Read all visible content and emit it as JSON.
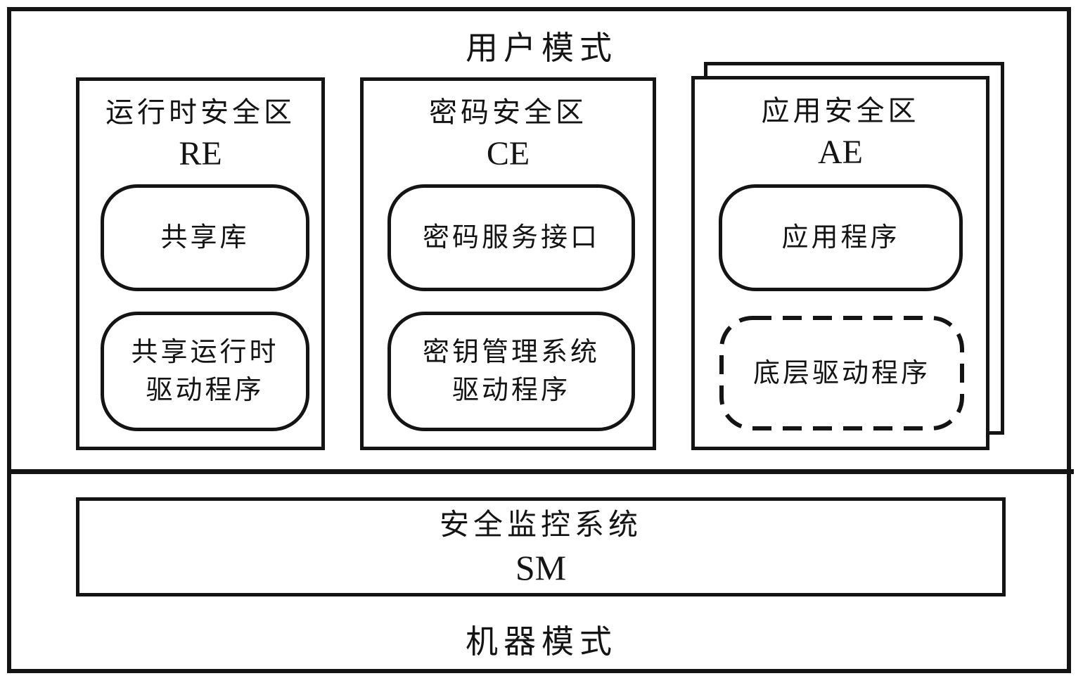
{
  "figure": {
    "user_mode_label": "用户模式",
    "machine_mode_label": "机器模式"
  },
  "zones": [
    {
      "title": "运行时安全区",
      "abbr": "RE",
      "boxes": [
        {
          "style": "solid",
          "lines": [
            "共享库"
          ]
        },
        {
          "style": "solid",
          "lines": [
            "共享运行时",
            "驱动程序"
          ]
        }
      ]
    },
    {
      "title": "密码安全区",
      "abbr": "CE",
      "boxes": [
        {
          "style": "solid",
          "lines": [
            "密码服务接口"
          ]
        },
        {
          "style": "solid",
          "lines": [
            "密钥管理系统",
            "驱动程序"
          ]
        }
      ]
    },
    {
      "title": "应用安全区",
      "abbr": "AE",
      "stacked": true,
      "boxes": [
        {
          "style": "solid",
          "lines": [
            "应用程序"
          ]
        },
        {
          "style": "dashed",
          "lines": [
            "底层驱动程序"
          ]
        }
      ]
    }
  ],
  "monitor": {
    "title": "安全监控系统",
    "abbr": "SM"
  },
  "colors": {
    "line": "#141414",
    "background": "#ffffff"
  }
}
